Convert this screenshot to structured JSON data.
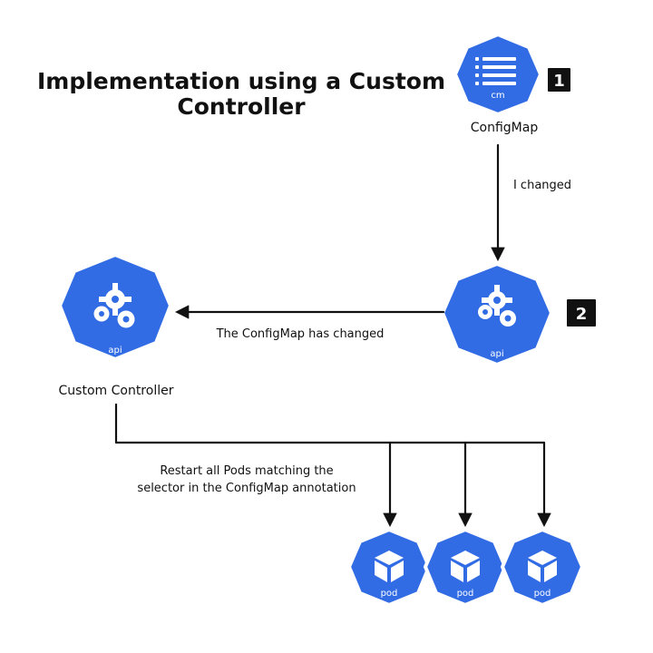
{
  "title": {
    "line1": "Implementation using a Custom",
    "line2": "Controller"
  },
  "nodes": {
    "configmap": {
      "label": "ConfigMap",
      "icon": "configmap-icon",
      "caption": "cm"
    },
    "api_server": {
      "icon": "api-server-icon",
      "caption": "api"
    },
    "custom_controller": {
      "label": "Custom Controller",
      "icon": "custom-controller-icon",
      "caption": "api"
    },
    "pods": [
      {
        "icon": "pod-icon",
        "caption": "pod"
      },
      {
        "icon": "pod-icon",
        "caption": "pod"
      },
      {
        "icon": "pod-icon",
        "caption": "pod"
      }
    ]
  },
  "badges": {
    "step1": "1",
    "step2": "2"
  },
  "edges": {
    "configmap_to_api": "I changed",
    "api_to_controller": "The ConfigMap has changed",
    "controller_to_pods_line1": "Restart all Pods matching the",
    "controller_to_pods_line2": "selector in the ConfigMap annotation"
  },
  "colors": {
    "kube_blue": "#326ce5",
    "kube_blue_dark": "#2f5fd0",
    "outline": "#ffffff",
    "line": "#111111",
    "badge": "#111111"
  }
}
